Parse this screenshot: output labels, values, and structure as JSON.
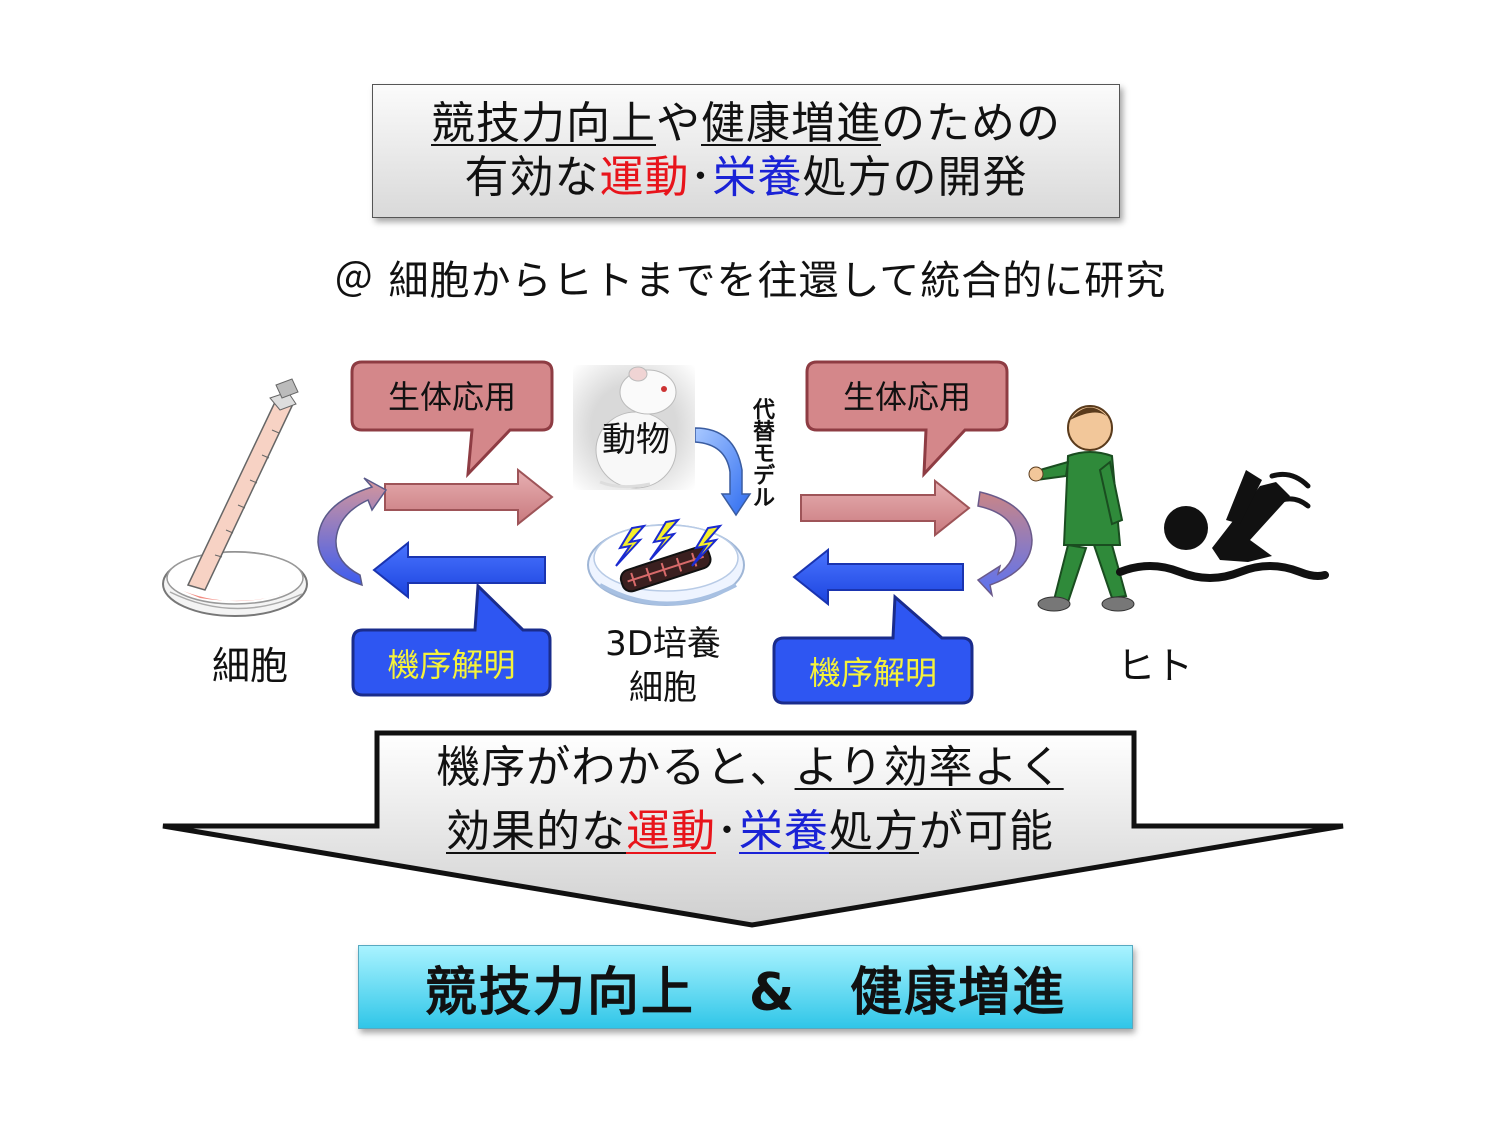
{
  "title": {
    "line1": [
      {
        "text": "競技力向上",
        "style": "u"
      },
      {
        "text": "や",
        "style": ""
      },
      {
        "text": "健康増進",
        "style": "u"
      },
      {
        "text": "のための",
        "style": ""
      }
    ],
    "line2": [
      {
        "text": "有効な",
        "style": ""
      },
      {
        "text": "運動",
        "style": "red"
      },
      {
        "text": "･",
        "style": ""
      },
      {
        "text": "栄養",
        "style": "blue"
      },
      {
        "text": "処方の開発",
        "style": ""
      }
    ]
  },
  "subtitle": "＠ 細胞からヒトまでを往還して統合的に研究",
  "callouts": {
    "top_left": "生体応用",
    "top_right": "生体応用",
    "bottom_left": "機序解明",
    "bottom_right": "機序解明"
  },
  "labels": {
    "cell": "細胞",
    "animal": "動物",
    "culture": "3D培養\n細胞",
    "human": "ヒト",
    "alt_model": "代替モデル"
  },
  "bottom_arrow": {
    "line1": [
      {
        "text": "機序がわかると、",
        "style": ""
      },
      {
        "text": "より効率よく",
        "style": "u"
      }
    ],
    "line2": [
      {
        "text": "効果的な",
        "style": "u"
      },
      {
        "text": "運動",
        "style": "u red"
      },
      {
        "text": "･",
        "style": ""
      },
      {
        "text": "栄養",
        "style": "u blue"
      },
      {
        "text": "処方",
        "style": "u"
      },
      {
        "text": "が可能",
        "style": ""
      }
    ]
  },
  "result": "競技力向上　&　健康増進",
  "colors": {
    "callout_pink": "#d4878a",
    "callout_blue": "#2e56f2",
    "callout_blue_text": "#f5f23a",
    "arrow_pink": "#d6898c",
    "arrow_blue": "#2a55ef",
    "result_cyan": "#52d2ee"
  }
}
